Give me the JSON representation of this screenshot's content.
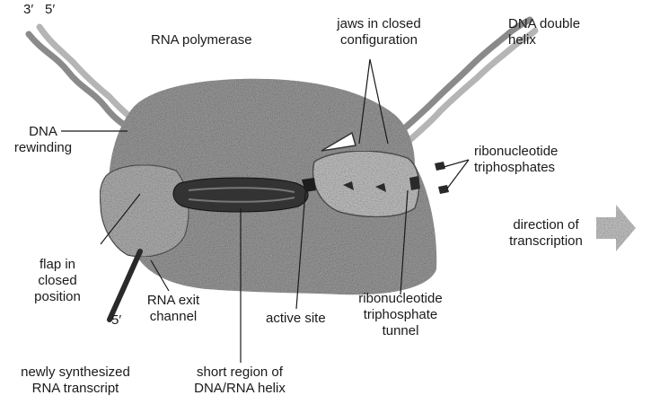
{
  "strand_ends": {
    "three_prime": "3′",
    "five_prime": "5′",
    "rna_five_prime": "5′"
  },
  "labels": {
    "rna_polymerase": "RNA polymerase",
    "jaws": "jaws in closed\nconfiguration",
    "dna_double_helix": "DNA double\nhelix",
    "dna_rewinding": "DNA\nrewinding",
    "ribonucleotide_triphosphates": "ribonucleotide\ntriphosphates",
    "direction_of_transcription": "direction of\ntranscription",
    "flap": "flap in\nclosed\nposition",
    "rna_exit_channel": "RNA exit\nchannel",
    "active_site": "active site",
    "tunnel": "ribonucleotide\ntriphosphate\ntunnel",
    "newly_synthesized_rna": "newly synthesized\nRNA transcript",
    "short_region": "short region of\nDNA/RNA helix"
  }
}
